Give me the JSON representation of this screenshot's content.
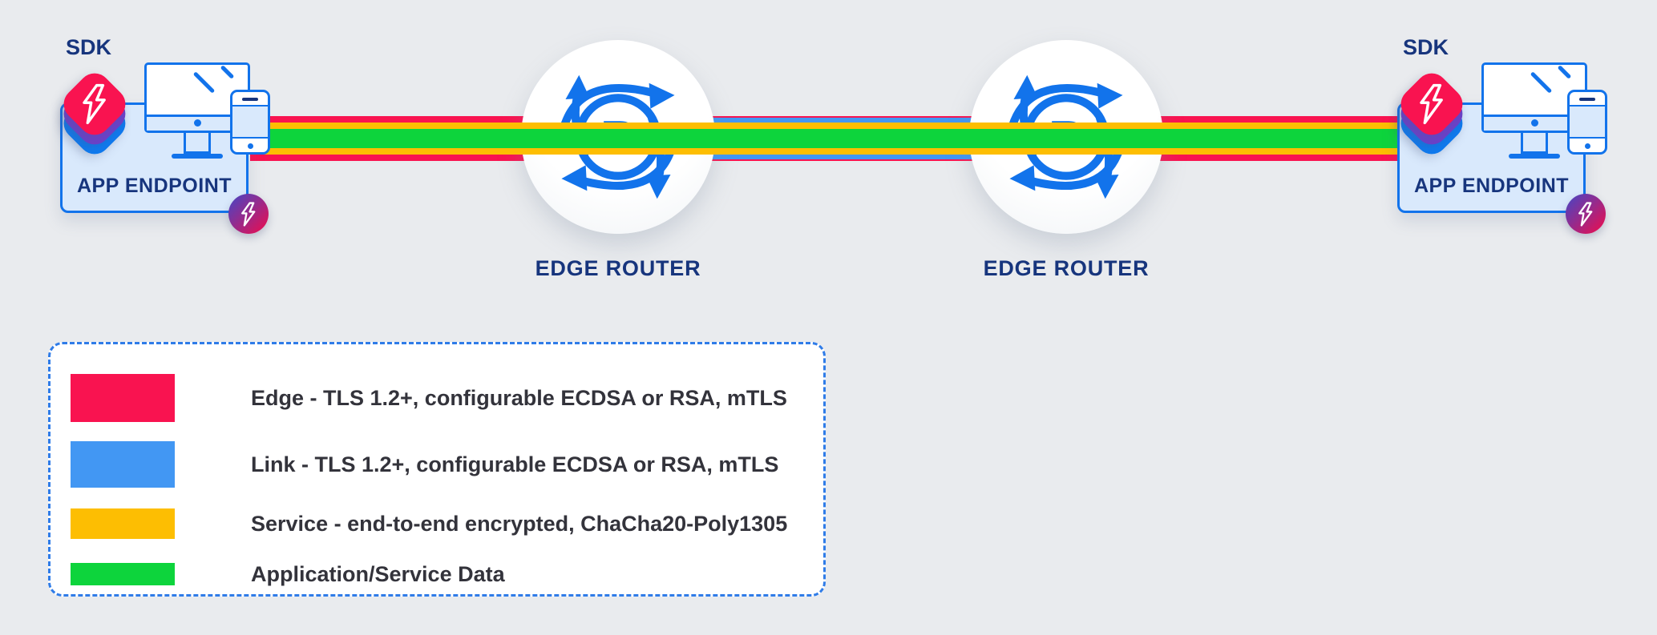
{
  "colors": {
    "background": "#E9EBEE",
    "edge": "#F91350",
    "link": "#4297F3",
    "service": "#FDBE02",
    "data": "#0DD43C",
    "icon_blue": "#1273EB",
    "navy": "#17357D",
    "box_fill": "#D9E9FC",
    "stack_purple": "#6B41C8",
    "stack_blue": "#0E7AF0",
    "badge_from": "#4247C8",
    "badge_to": "#E01157",
    "legend_border": "#2F7CE8",
    "legend_text": "#33333B"
  },
  "diagram": {
    "endpoints": {
      "left": {
        "sdk_label": "SDK",
        "label": "APP ENDPOINT"
      },
      "right": {
        "sdk_label": "SDK",
        "label": "APP ENDPOINT"
      }
    },
    "routers": {
      "left_label": "EDGE ROUTER",
      "right_label": "EDGE ROUTER",
      "icon_letter": "R"
    }
  },
  "legend": {
    "items": [
      {
        "key": "edge",
        "color": "#F91350",
        "label": "Edge - TLS 1.2+, configurable ECDSA or RSA, mTLS"
      },
      {
        "key": "link",
        "color": "#4297F3",
        "label": "Link - TLS 1.2+, configurable ECDSA or RSA, mTLS"
      },
      {
        "key": "service",
        "color": "#FDBE02",
        "label": "Service - end-to-end encrypted, ChaCha20-Poly1305"
      },
      {
        "key": "data",
        "color": "#0DD43C",
        "label": "Application/Service Data"
      }
    ]
  }
}
